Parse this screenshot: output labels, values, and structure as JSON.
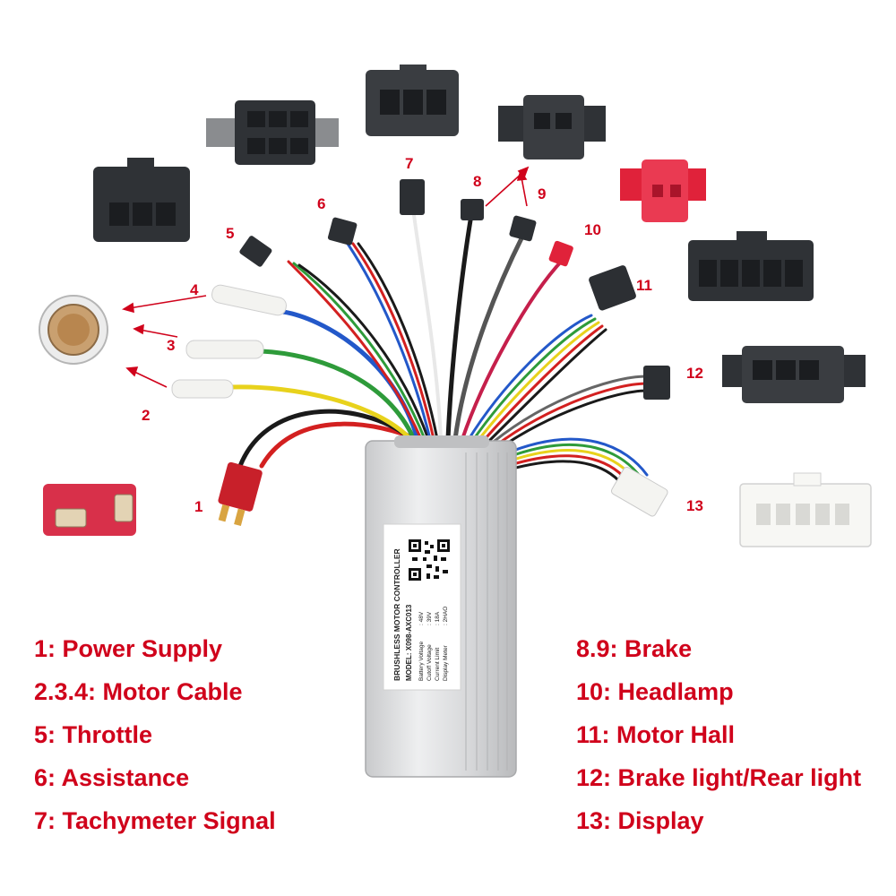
{
  "callouts": [
    "1",
    "2",
    "3",
    "4",
    "5",
    "6",
    "7",
    "8",
    "9",
    "10",
    "11",
    "12",
    "13"
  ],
  "controller": {
    "title": "BRUSHLESS MOTOR CONTROLLER",
    "model": "MODEL: X098-AXC013",
    "spec_names": [
      "Battery Voltage",
      "Cutoff Voltage",
      "Current Limit",
      "Display Meter"
    ],
    "spec_values": [
      ": 48V",
      ": 39V",
      ": 18A",
      ": 2HAO"
    ]
  },
  "legend_left": [
    "1: Power Supply",
    "2.3.4: Motor Cable",
    "5: Throttle",
    "6: Assistance",
    "7: Tachymeter Signal"
  ],
  "legend_right": [
    "8.9: Brake",
    "10: Headlamp",
    "11: Motor Hall",
    "12: Brake light/Rear light",
    "13: Display"
  ],
  "colors": {
    "label_red": "#d0021b",
    "housing": "#d9dadc",
    "connector_black": "#2c2f33",
    "connector_red": "#e0223a",
    "connector_white": "#f4f4f1"
  }
}
